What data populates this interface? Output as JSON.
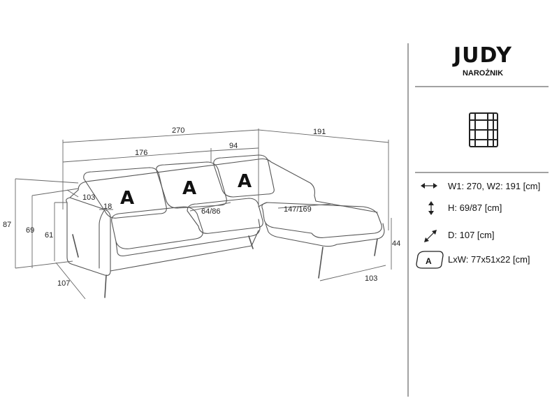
{
  "product": {
    "name": "JUDY",
    "subtitle": "NAROŻNIK"
  },
  "cushion_label": "A",
  "dimensions": {
    "total_width": "270",
    "chaise_length": "191",
    "main_width": "176",
    "corner_width": "94",
    "height": "87",
    "back_height": "69",
    "arm_height": "61",
    "depth": "107",
    "chaise_depth": "103",
    "arm_width": "18",
    "arm_depth": "103",
    "seat_depth": "64/86",
    "chaise_seat": "147/169",
    "seat_height": "44"
  },
  "legend": [
    {
      "icon": "width-arrows-icon",
      "text": "W1: 270, W2: 191 [cm]"
    },
    {
      "icon": "height-arrows-icon",
      "text": "H: 69/87 [cm]"
    },
    {
      "icon": "depth-arrows-icon",
      "text": "D: 107 [cm]"
    },
    {
      "icon": "cushion-icon",
      "text": "LxW: 77x51x22 [cm]"
    }
  ],
  "colors": {
    "line": "#555555",
    "text": "#222222"
  }
}
